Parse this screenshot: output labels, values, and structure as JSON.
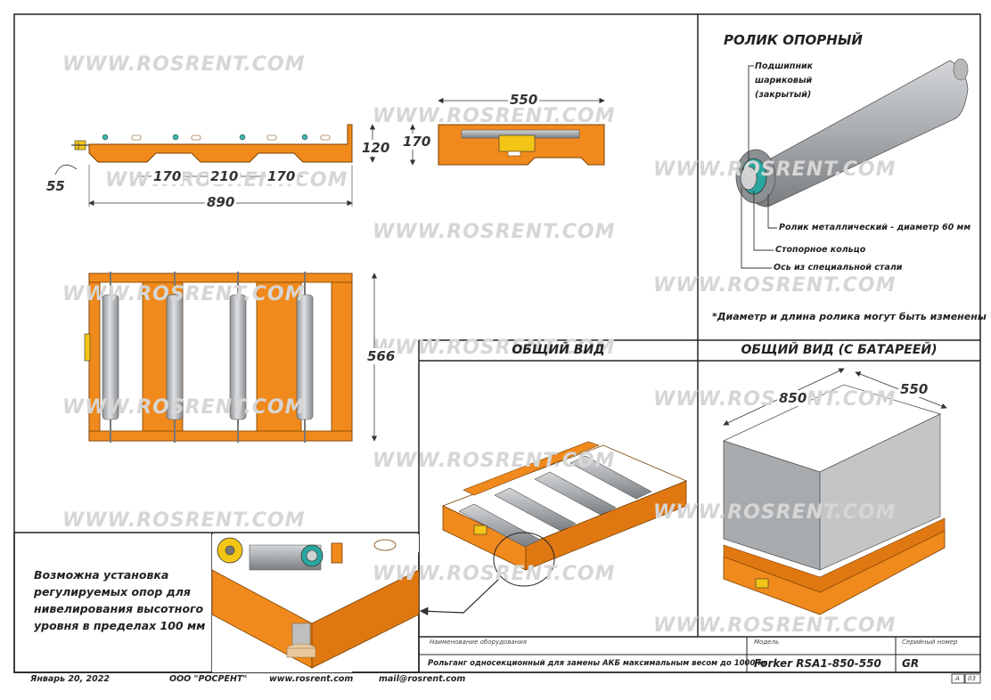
{
  "watermark": "WWW.ROSRENT.COM",
  "dimensions": {
    "side_offset": "55",
    "side_seg_left": "170",
    "side_seg_mid": "210",
    "side_seg_right": "170",
    "side_length": "890",
    "side_height": "120",
    "end_width": "550",
    "end_height": "170",
    "top_depth": "566",
    "battery_length": "850",
    "battery_width": "550"
  },
  "roller": {
    "title": "РОЛИК ОПОРНЫЙ",
    "bearing_line1": "Подшипник",
    "bearing_line2": "шариковый",
    "bearing_line3": "(закрытый)",
    "roller_metal": "Ролик металлический - диаметр 60 мм",
    "retaining_ring": "Стопорное кольцо",
    "axle": "Ось из специальной стали",
    "footnote": "*Диаметр и длина ролика могут быть изменены"
  },
  "views": {
    "general": "ОБЩИЙ ВИД",
    "general_battery": "ОБЩИЙ ВИД (С БАТАРЕЕЙ)"
  },
  "note": "Возможна установка регулируемых опор для нивелирования высотного уровня в пределах 100 мм",
  "title_block": {
    "equipment_label": "Наименование оборудования",
    "equipment_value": "Рольганг односекционный для замены АКБ максимальным весом до 1000 кг",
    "model_label": "Модель",
    "model_value": "Forker RSA1-850-550",
    "serial_label": "Серийный номер",
    "serial_value": "GR",
    "sheet_a": "А",
    "sheet_num": "03"
  },
  "footer": {
    "date": "Январь 20, 2022",
    "company": "ООО \"РОСРЕНТ\"",
    "site": "www.rosrent.com",
    "mail": "mail@rosrent.com"
  },
  "colors": {
    "orange": "#f08a1c",
    "steel": "#b9bcbf",
    "frame": "#222222"
  }
}
